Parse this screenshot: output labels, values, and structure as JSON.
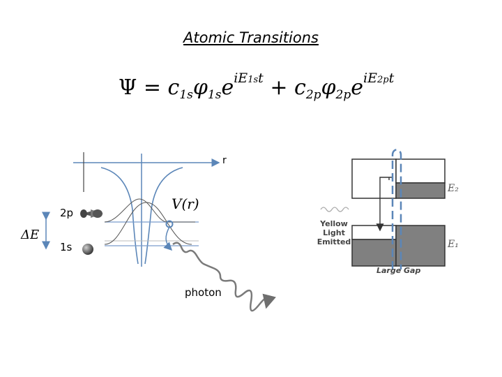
{
  "title": "Atomic Transitions",
  "equation": {
    "psi": "Ψ",
    "equals": "=",
    "c1s": "c",
    "c1s_sub": "1s",
    "phi1s": "φ",
    "phi1s_sub": "1s",
    "e1": "e",
    "exp1": "iE",
    "exp1_sub": "1s",
    "exp1_t": "t",
    "plus": "+",
    "c2p": "c",
    "c2p_sub": "2p",
    "phi2p": "φ",
    "phi2p_sub": "2p",
    "e2": "e",
    "exp2": "iE",
    "exp2_sub": "2p",
    "exp2_t": "t"
  },
  "left_diagram": {
    "axis_label": "r",
    "potential_label": "V(r)",
    "level_2p": "2p",
    "level_1s": "1s",
    "delta_e": "ΔE",
    "photon_label": "photon"
  },
  "right_diagram": {
    "e2_label": "E₂",
    "e1_label": "E₁",
    "emitted_line1": "Yellow",
    "emitted_line2": "Light",
    "emitted_line3": "Emitted",
    "gap_label": "Large Gap"
  },
  "colors": {
    "curve": "#5b86b8",
    "level_line": "#7a9ccc",
    "band_fill": "#808080",
    "photon": "#7a7a7a",
    "dashed": "#5b86b8"
  }
}
